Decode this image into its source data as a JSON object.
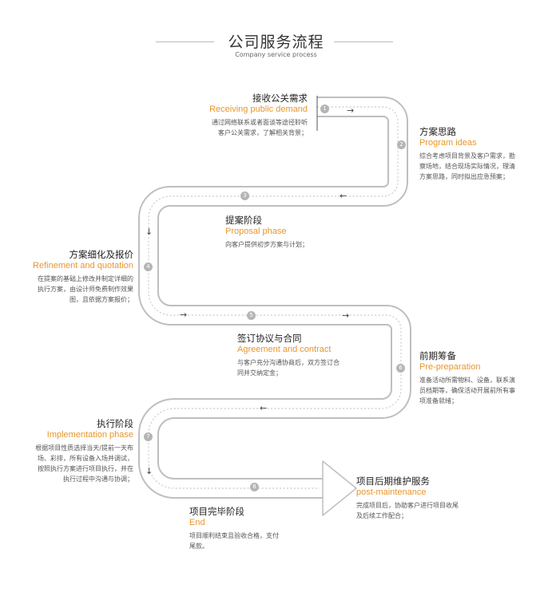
{
  "header": {
    "title": "公司服务流程",
    "subtitle": "Company service process"
  },
  "steps": [
    {
      "num": "1",
      "cn": "接收公关需求",
      "en": "Receiving public demand",
      "desc": [
        "通过网络联系或者面谈等途径聆听",
        "客户公关需求，了解相关背景；"
      ]
    },
    {
      "num": "2",
      "cn": "方案思路",
      "en": "Program ideas",
      "desc": [
        "综合考虑项目背景及客户需求，勘",
        "察场地，结合现场实际情况，理清",
        "方案思路，同时拟出应急预案；"
      ]
    },
    {
      "num": "3",
      "cn": "提案阶段",
      "en": "Proposal phase",
      "desc": [
        "向客户提供初步方案与计划；"
      ]
    },
    {
      "num": "4",
      "cn": "方案细化及报价",
      "en": "Refinement and quotation",
      "desc": [
        "在提案的基础上修改并制定详细的",
        "执行方案，由设计师免费制作效果",
        "图，且依据方案报价；"
      ]
    },
    {
      "num": "5",
      "cn": "签订协议与合同",
      "en": "Agreement and contract",
      "desc": [
        "与客户充分沟通协商后，双方签订合",
        "同并交纳定金；"
      ]
    },
    {
      "num": "6",
      "cn": "前期筹备",
      "en": "Pre-preparation",
      "desc": [
        "准备活动所需物料、设备，联系演",
        "员档期等，确保活动开展前所有事",
        "项准备就绪；"
      ]
    },
    {
      "num": "7",
      "cn": "执行阶段",
      "en": "Implementation phase",
      "desc": [
        "根据项目性质选择当天/提前一天布",
        "场、彩排，所有设备入场并调试，",
        "按照执行方案进行项目执行，并在",
        "执行过程中沟通与协调；"
      ]
    },
    {
      "num": "8",
      "cn": "项目完毕阶段",
      "en": "End",
      "desc": [
        "项目顺利结束且验收合格，支付",
        "尾款。"
      ]
    },
    {
      "num": "",
      "cn": "项目后期维护服务",
      "en": "post-maintenance",
      "desc": [
        "完成项目后，协助客户进行项目收尾",
        "及后续工作配合；"
      ]
    }
  ],
  "arrows": {
    "right": "→",
    "left": "←",
    "down": "↓"
  }
}
